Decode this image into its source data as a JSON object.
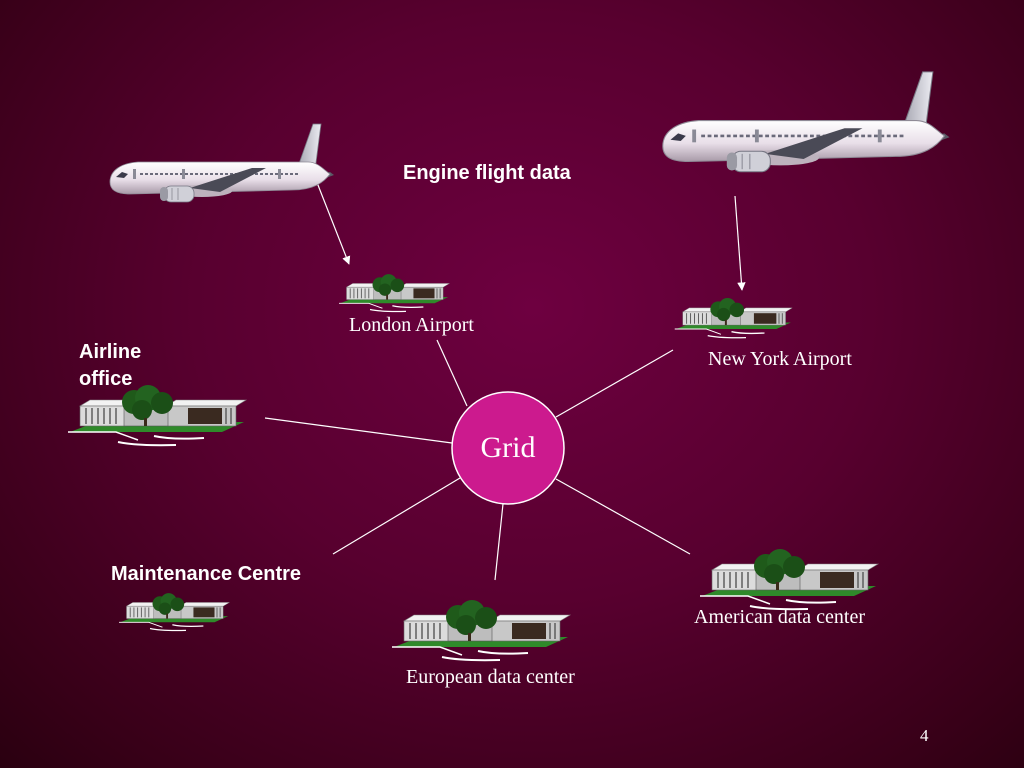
{
  "title": "Engine flight data",
  "center_node": {
    "label": "Grid",
    "fill": "#cc1a8e",
    "stroke": "#ffffff"
  },
  "nodes": {
    "london_airport": "London Airport",
    "new_york_airport": "New York Airport",
    "airline_office": "Airline\noffice",
    "maintenance_centre": "Maintenance Centre",
    "european_data_center": "European data center",
    "american_data_center": "American data center"
  },
  "page_number": "4",
  "colors": {
    "background": "#5a0030",
    "line": "#ffffff",
    "text": "#ffffff",
    "tree": "#1f5a1a",
    "lawn": "#2f8a2a",
    "building": "#cfcfcf"
  },
  "icons": [
    "airplane-icon",
    "building-icon"
  ]
}
